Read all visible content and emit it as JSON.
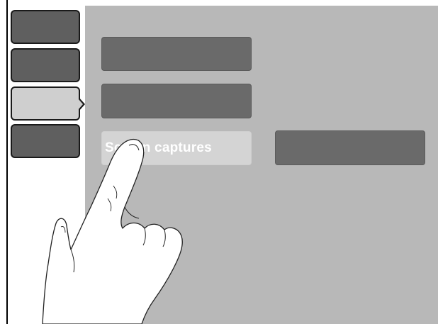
{
  "sidebar": {
    "tabs": [
      {
        "id": "tab-1",
        "state": "inactive"
      },
      {
        "id": "tab-2",
        "state": "inactive"
      },
      {
        "id": "tab-3",
        "state": "active"
      },
      {
        "id": "tab-4",
        "state": "inactive"
      }
    ]
  },
  "main": {
    "buttons": [
      {
        "id": "option-1",
        "label": ""
      },
      {
        "id": "option-2",
        "label": ""
      },
      {
        "id": "screen-captures",
        "label": "Screen captures",
        "state": "highlighted"
      },
      {
        "id": "option-4",
        "label": ""
      }
    ]
  },
  "overlay": {
    "icon": "pointing-hand-icon"
  },
  "colors": {
    "panel": "#b8b8b8",
    "button": "#6a6a6a",
    "button_highlight": "#d4d4d4",
    "tab": "#5f5f5f",
    "tab_active": "#cfcfcf"
  }
}
